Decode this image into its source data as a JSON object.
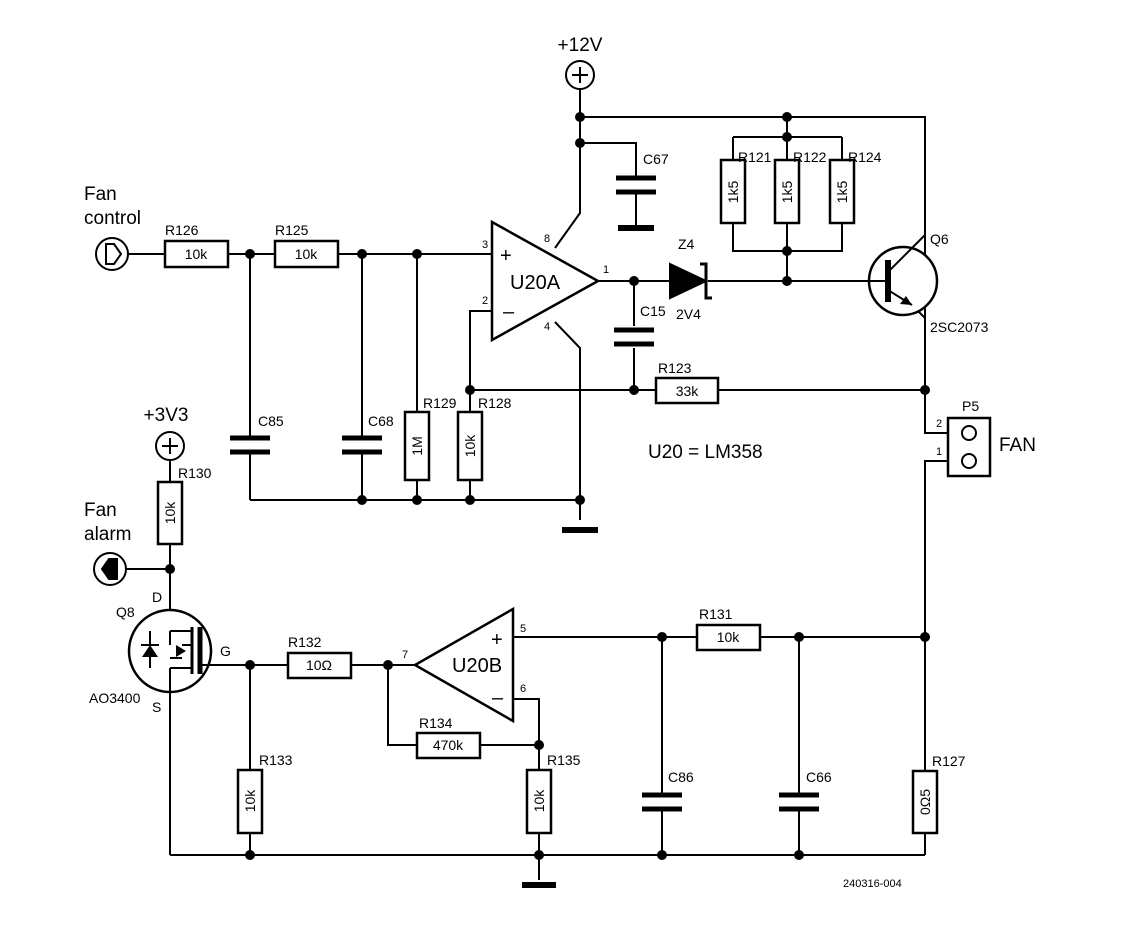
{
  "supplies": {
    "v12": "+12V",
    "v3v3": "+3V3"
  },
  "io": {
    "fan_control": [
      "Fan",
      "control"
    ],
    "fan_alarm": [
      "Fan",
      "alarm"
    ]
  },
  "resistors": {
    "R126": {
      "ref": "R126",
      "value": "10k"
    },
    "R125": {
      "ref": "R125",
      "value": "10k"
    },
    "R129": {
      "ref": "R129",
      "value": "1M"
    },
    "R128": {
      "ref": "R128",
      "value": "10k"
    },
    "R123": {
      "ref": "R123",
      "value": "33k"
    },
    "R121": {
      "ref": "R121",
      "value": "1k5"
    },
    "R122": {
      "ref": "R122",
      "value": "1k5"
    },
    "R124": {
      "ref": "R124",
      "value": "1k5"
    },
    "R130": {
      "ref": "R130",
      "value": "10k"
    },
    "R132": {
      "ref": "R132",
      "value": "10Ω"
    },
    "R133": {
      "ref": "R133",
      "value": "10k"
    },
    "R134": {
      "ref": "R134",
      "value": "470k"
    },
    "R135": {
      "ref": "R135",
      "value": "10k"
    },
    "R131": {
      "ref": "R131",
      "value": "10k"
    },
    "R127": {
      "ref": "R127",
      "value": "0Ω5"
    }
  },
  "capacitors": {
    "C67": "C67",
    "C15": "C15",
    "C85": "C85",
    "C68": "C68",
    "C86": "C86",
    "C66": "C66"
  },
  "opamps": {
    "U20A": {
      "ref": "U20A",
      "pins": {
        "in_plus": "3",
        "in_minus": "2",
        "out": "1",
        "vcc": "8",
        "gnd": "4"
      }
    },
    "U20B": {
      "ref": "U20B",
      "pins": {
        "in_plus": "5",
        "in_minus": "6",
        "out": "7"
      }
    }
  },
  "zener": {
    "ref": "Z4",
    "value": "2V4"
  },
  "transistor": {
    "ref": "Q6",
    "part": "2SC2073"
  },
  "mosfet": {
    "ref": "Q8",
    "part": "AO3400",
    "pin_d": "D",
    "pin_g": "G",
    "pin_s": "S"
  },
  "connector": {
    "ref": "P5",
    "label": "FAN",
    "pin2": "2",
    "pin1": "1"
  },
  "note": "U20 = LM358",
  "code": "240316-004"
}
